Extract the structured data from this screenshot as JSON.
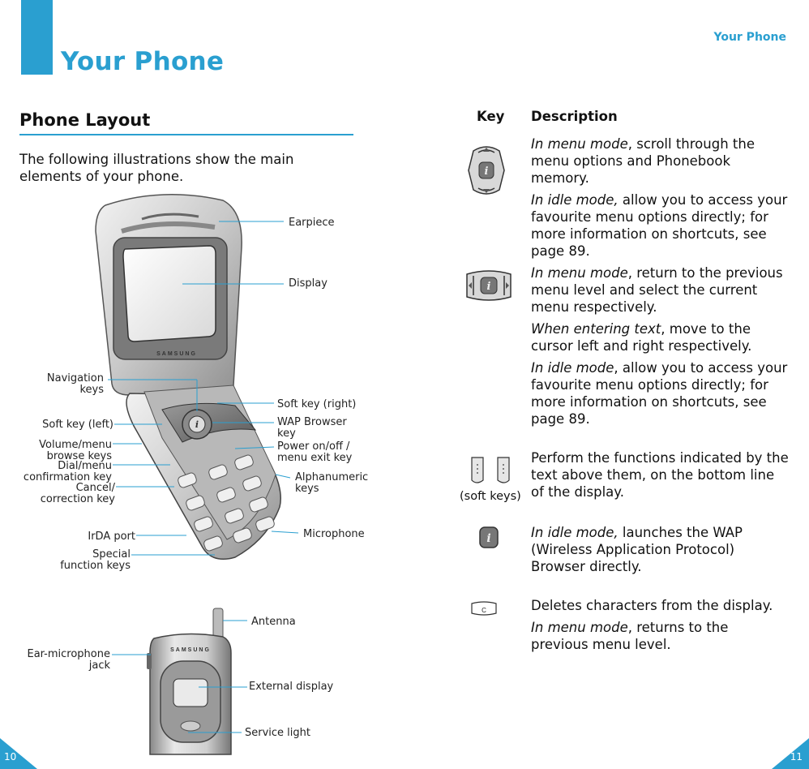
{
  "colors": {
    "accent": "#2a9fd0"
  },
  "left_page": {
    "chapter_title": "Your Phone",
    "section_title": "Phone Layout",
    "intro": "The following illustrations show the main elements of your phone.",
    "callouts": {
      "earpiece": "Earpiece",
      "display": "Display",
      "navigation_keys": [
        "Navigation",
        "keys"
      ],
      "soft_key_right": "Soft key (right)",
      "soft_key_left": "Soft key (left)",
      "wap_browser_key": [
        "WAP Browser",
        "key"
      ],
      "volume_menu": [
        "Volume/menu",
        "browse keys"
      ],
      "power_key": [
        "Power on/off /",
        "menu exit key"
      ],
      "dial_menu": [
        "Dial/menu",
        "confirmation key"
      ],
      "cancel_key": [
        "Cancel/",
        "correction key"
      ],
      "alphanumeric": [
        "Alphanumeric",
        "keys"
      ],
      "irda_port": "IrDA port",
      "microphone": "Microphone",
      "special_keys": [
        "Special",
        "function keys"
      ],
      "antenna": "Antenna",
      "ear_mic_jack": [
        "Ear-microphone",
        "jack"
      ],
      "external_display": "External display",
      "service_light": "Service light"
    },
    "phone_brand": "SAMSUNG",
    "page_number": "10"
  },
  "right_page": {
    "running_header": "Your Phone",
    "table_headers": {
      "key": "Key",
      "description": "Description"
    },
    "rows": [
      {
        "icon": "navigation-keys-icon",
        "paragraphs": [
          {
            "italic": "In menu mode",
            "text": ", scroll through the menu options and Phonebook memory."
          },
          {
            "italic": "In idle mode,",
            "text": " allow you to access your favourite menu options directly; for more information on shortcuts, see page 89."
          }
        ]
      },
      {
        "icon": "left-right-keys-icon",
        "paragraphs": [
          {
            "italic": "In menu mode",
            "text": ", return to the previous menu level and select the current menu respectively."
          },
          {
            "italic": "When entering text",
            "text": ", move to the cursor left and right respectively."
          },
          {
            "italic": "In idle mode",
            "text": ", allow you to access your favourite menu options directly; for more information on shortcuts, see page 89."
          }
        ]
      },
      {
        "icon": "soft-keys-icon",
        "caption": "(soft keys)",
        "paragraphs": [
          {
            "italic": "",
            "text": "Perform the functions indicated by the text above them, on the bottom line of the display."
          }
        ]
      },
      {
        "icon": "wap-key-icon",
        "paragraphs": [
          {
            "italic": "In idle mode,",
            "text": " launches the WAP (Wireless Application Protocol) Browser directly."
          }
        ]
      },
      {
        "icon": "c-key-icon",
        "key_label": "C",
        "paragraphs": [
          {
            "italic": "",
            "text": "Deletes characters from the display."
          },
          {
            "italic": "In menu mode",
            "text": ", returns to the previous menu level."
          }
        ]
      }
    ],
    "page_number": "11"
  }
}
